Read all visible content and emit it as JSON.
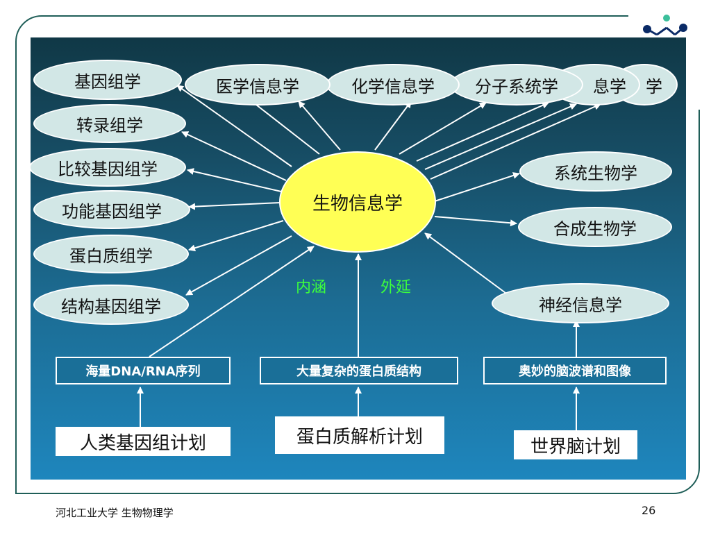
{
  "center": "生物信息学",
  "left_nodes": [
    "基因组学",
    "转录组学",
    "比较基因组学",
    "功能基因组学",
    "蛋白质组学",
    "结构基因组学"
  ],
  "top_nodes": [
    "医学信息学",
    "化学信息学",
    "分子系统学",
    "息学",
    "学"
  ],
  "right_nodes": [
    "系统生物学",
    "合成生物学",
    "神经信息学"
  ],
  "labels": {
    "inner": "内涵",
    "outer": "外延"
  },
  "data_boxes": [
    "海量DNA/RNA序列",
    "大量复杂的蛋白质结构",
    "奥妙的脑波谱和图像"
  ],
  "plans": [
    "人类基因组计划",
    "蛋白质解析计划",
    "世界脑计划"
  ],
  "footer": {
    "institution": "河北工业大学 生物物理学",
    "page": "26"
  },
  "colors": {
    "center_fill": "#ffff55",
    "node_fill": "#d2e7e6",
    "label_green": "#3cff3c"
  }
}
